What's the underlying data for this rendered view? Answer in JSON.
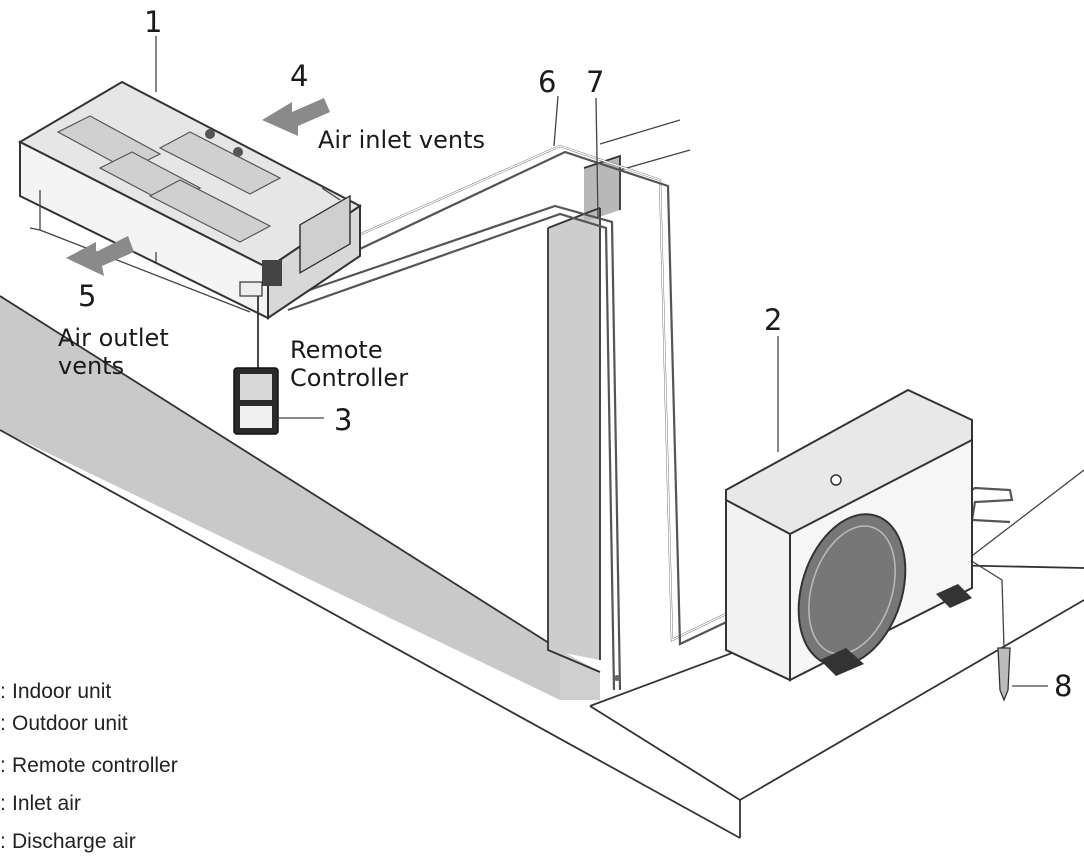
{
  "diagram": {
    "callouts": {
      "n1": "1",
      "n2": "2",
      "n3": "3",
      "n4": "4",
      "n5": "5",
      "n6": "6",
      "n7": "7",
      "n8": "8"
    },
    "labels": {
      "air_inlet": "Air inlet vents",
      "air_outlet_line1": "Air outlet",
      "air_outlet_line2": "vents",
      "remote_line1": "Remote",
      "remote_line2": "Controller"
    },
    "legend": [
      "Indoor unit",
      "Outdoor unit",
      "Remote controller",
      "Inlet air",
      "Discharge air"
    ]
  }
}
